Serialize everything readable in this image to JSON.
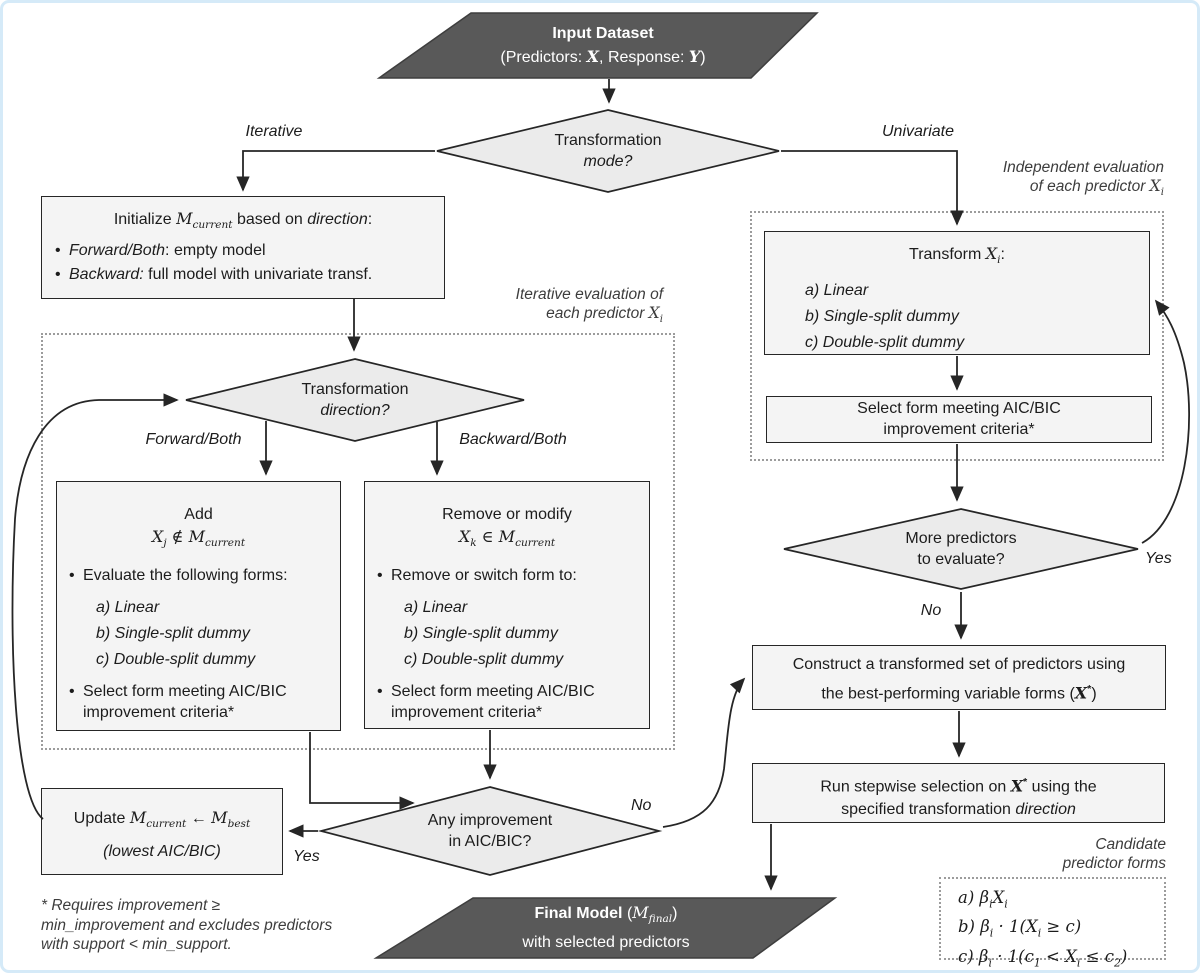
{
  "palette": {
    "dark_fill": "#595959",
    "node_fill": "#f4f4f4",
    "diamond_fill": "#ebebeb",
    "stroke": "#262626",
    "dotted": "#9c9c9c",
    "text": "#1c1c1c",
    "label": "#3d3d3d",
    "frame": "#d5eaf8"
  },
  "nodes": {
    "input": {
      "line1": [
        {
          "t": "Input Dataset",
          "s": "b"
        }
      ],
      "line2": [
        {
          "t": "(Predictors: "
        },
        {
          "t": "X",
          "s": "m b"
        },
        {
          "t": ", Response: "
        },
        {
          "t": "Y",
          "s": "m b"
        },
        {
          "t": ")"
        }
      ]
    },
    "mode": {
      "line1": [
        {
          "t": "Transformation"
        }
      ],
      "line2": [
        {
          "t": "mode?",
          "s": "i"
        }
      ]
    },
    "init": {
      "title": [
        {
          "t": "Initialize "
        },
        {
          "t": "M",
          "s": "m"
        },
        {
          "t": "current",
          "s": "m sub"
        },
        {
          "t": " based on "
        },
        {
          "t": "direction",
          "s": "i"
        },
        {
          "t": ":"
        }
      ],
      "b1": {
        "marker": "•",
        "parts": [
          {
            "t": "Forward/Both",
            "s": "i"
          },
          {
            "t": ": empty model"
          }
        ]
      },
      "b2": {
        "marker": "•",
        "parts": [
          {
            "t": "Backward:",
            "s": "i"
          },
          {
            "t": " full model with univariate transf."
          }
        ]
      }
    },
    "direction": {
      "line1": [
        {
          "t": "Transformation"
        }
      ],
      "line2": [
        {
          "t": "direction?",
          "s": "i"
        }
      ]
    },
    "add": {
      "t1": [
        {
          "t": "Add"
        }
      ],
      "t2": [
        {
          "t": "X",
          "s": "m"
        },
        {
          "t": "j",
          "s": "m sub"
        },
        {
          "t": " ∉ ",
          "s": "m"
        },
        {
          "t": "M",
          "s": "m"
        },
        {
          "t": "current",
          "s": "m sub"
        }
      ],
      "b1": {
        "marker": "•",
        "parts": [
          {
            "t": "Evaluate the following forms:"
          }
        ]
      },
      "items": [
        [
          {
            "t": "a) Linear",
            "s": "i"
          }
        ],
        [
          {
            "t": "b) Single-split dummy",
            "s": "i"
          }
        ],
        [
          {
            "t": "c) Double-split dummy",
            "s": "i"
          }
        ]
      ],
      "b2": {
        "marker": "•",
        "parts": [
          {
            "t": "Select form meeting AIC/BIC improvement criteria*"
          }
        ]
      }
    },
    "remove": {
      "t1": [
        {
          "t": "Remove or modify"
        }
      ],
      "t2": [
        {
          "t": "X",
          "s": "m"
        },
        {
          "t": "k",
          "s": "m sub"
        },
        {
          "t": " ∈ ",
          "s": "m"
        },
        {
          "t": "M",
          "s": "m"
        },
        {
          "t": "current",
          "s": "m sub"
        }
      ],
      "b1": {
        "marker": "•",
        "parts": [
          {
            "t": "Remove or switch form to:"
          }
        ]
      },
      "items": [
        [
          {
            "t": "a) Linear",
            "s": "i"
          }
        ],
        [
          {
            "t": "b) Single-split dummy",
            "s": "i"
          }
        ],
        [
          {
            "t": "c) Double-split dummy",
            "s": "i"
          }
        ]
      ],
      "b2": {
        "marker": "•",
        "parts": [
          {
            "t": "Select form meeting AIC/BIC improvement criteria*"
          }
        ]
      }
    },
    "transform": {
      "title": [
        {
          "t": "Transform "
        },
        {
          "t": "X",
          "s": "m"
        },
        {
          "t": "i",
          "s": "m sub"
        },
        {
          "t": ":"
        }
      ],
      "items": [
        [
          {
            "t": "a) Linear",
            "s": "i"
          }
        ],
        [
          {
            "t": "b) Single-split dummy",
            "s": "i"
          }
        ],
        [
          {
            "t": "c) Double-split dummy",
            "s": "i"
          }
        ]
      ]
    },
    "select_right": {
      "line1": [
        {
          "t": "Select form meeting AIC/BIC"
        }
      ],
      "line2": [
        {
          "t": "improvement criteria*"
        }
      ]
    },
    "more": {
      "line1": [
        {
          "t": "More predictors"
        }
      ],
      "line2": [
        {
          "t": "to evaluate?"
        }
      ]
    },
    "construct": {
      "line1": [
        {
          "t": "Construct a transformed set of predictors using"
        }
      ],
      "line2": [
        {
          "t": "the best-performing variable forms ("
        },
        {
          "t": "X",
          "s": "m b"
        },
        {
          "t": "*",
          "s": "sup b"
        },
        {
          "t": ")"
        }
      ]
    },
    "stepwise": {
      "line1": [
        {
          "t": "Run stepwise selection on "
        },
        {
          "t": "X",
          "s": "m b"
        },
        {
          "t": "*",
          "s": "sup b"
        },
        {
          "t": " using the"
        }
      ],
      "line2": [
        {
          "t": "specified transformation "
        },
        {
          "t": "direction",
          "s": "i"
        }
      ]
    },
    "update": {
      "line1": [
        {
          "t": "Update "
        },
        {
          "t": "M",
          "s": "m"
        },
        {
          "t": "current",
          "s": "m sub"
        },
        {
          "t": " ← "
        },
        {
          "t": "M",
          "s": "m"
        },
        {
          "t": "best",
          "s": "m sub"
        }
      ],
      "line2": [
        {
          "t": "(lowest AIC/BIC)",
          "s": "i"
        }
      ]
    },
    "improve": {
      "line1": [
        {
          "t": "Any improvement"
        }
      ],
      "line2": [
        {
          "t": "in AIC/BIC?"
        }
      ]
    },
    "final": {
      "line1": [
        {
          "t": "Final Model ",
          "s": "b"
        },
        {
          "t": "("
        },
        {
          "t": "M",
          "s": "m"
        },
        {
          "t": "final",
          "s": "m sub"
        },
        {
          "t": ")"
        }
      ],
      "line2": [
        {
          "t": "with selected predictors"
        }
      ]
    }
  },
  "labels": {
    "iterative": "Iterative",
    "univariate": "Univariate",
    "forward": "Forward/Both",
    "backward": "Backward/Both",
    "yes_more": "Yes",
    "no_more": "No",
    "yes_improve": "Yes",
    "no_improve": "No"
  },
  "group_labels": {
    "iterative_eval": {
      "line1": "Iterative evaluation of",
      "line2": [
        {
          "t": "each predictor "
        },
        {
          "t": "X",
          "s": "m"
        },
        {
          "t": "i",
          "s": "m sub"
        }
      ]
    },
    "independent_eval": {
      "line1": "Independent evaluation",
      "line2": [
        {
          "t": "of each predictor "
        },
        {
          "t": "X",
          "s": "m"
        },
        {
          "t": "i",
          "s": "m sub"
        }
      ]
    },
    "candidate": {
      "line1": "Candidate",
      "line2": "predictor forms"
    }
  },
  "candidate_items": [
    [
      {
        "t": "a)  β",
        "s": "m"
      },
      {
        "t": "i",
        "s": "m sub"
      },
      {
        "t": "X",
        "s": "m"
      },
      {
        "t": "i",
        "s": "m sub"
      }
    ],
    [
      {
        "t": "b)  β",
        "s": "m"
      },
      {
        "t": "i",
        "s": "m sub"
      },
      {
        "t": " · 1(",
        "s": "m"
      },
      {
        "t": "X",
        "s": "m"
      },
      {
        "t": "i",
        "s": "m sub"
      },
      {
        "t": " ≥ ",
        "s": "m"
      },
      {
        "t": "c",
        "s": "m"
      },
      {
        "t": ")",
        "s": "m"
      }
    ],
    [
      {
        "t": "c)  β",
        "s": "m"
      },
      {
        "t": "i",
        "s": "m sub"
      },
      {
        "t": " · 1(",
        "s": "m"
      },
      {
        "t": "c",
        "s": "m"
      },
      {
        "t": "1",
        "s": "m sub"
      },
      {
        "t": " < ",
        "s": "m"
      },
      {
        "t": "X",
        "s": "m"
      },
      {
        "t": "i",
        "s": "m sub"
      },
      {
        "t": " ≤ ",
        "s": "m"
      },
      {
        "t": "c",
        "s": "m"
      },
      {
        "t": "2",
        "s": "m sub"
      },
      {
        "t": ")",
        "s": "m"
      }
    ]
  ],
  "footnote": "* Requires improvement ≥ min_improvement and excludes predictors with support < min_support."
}
